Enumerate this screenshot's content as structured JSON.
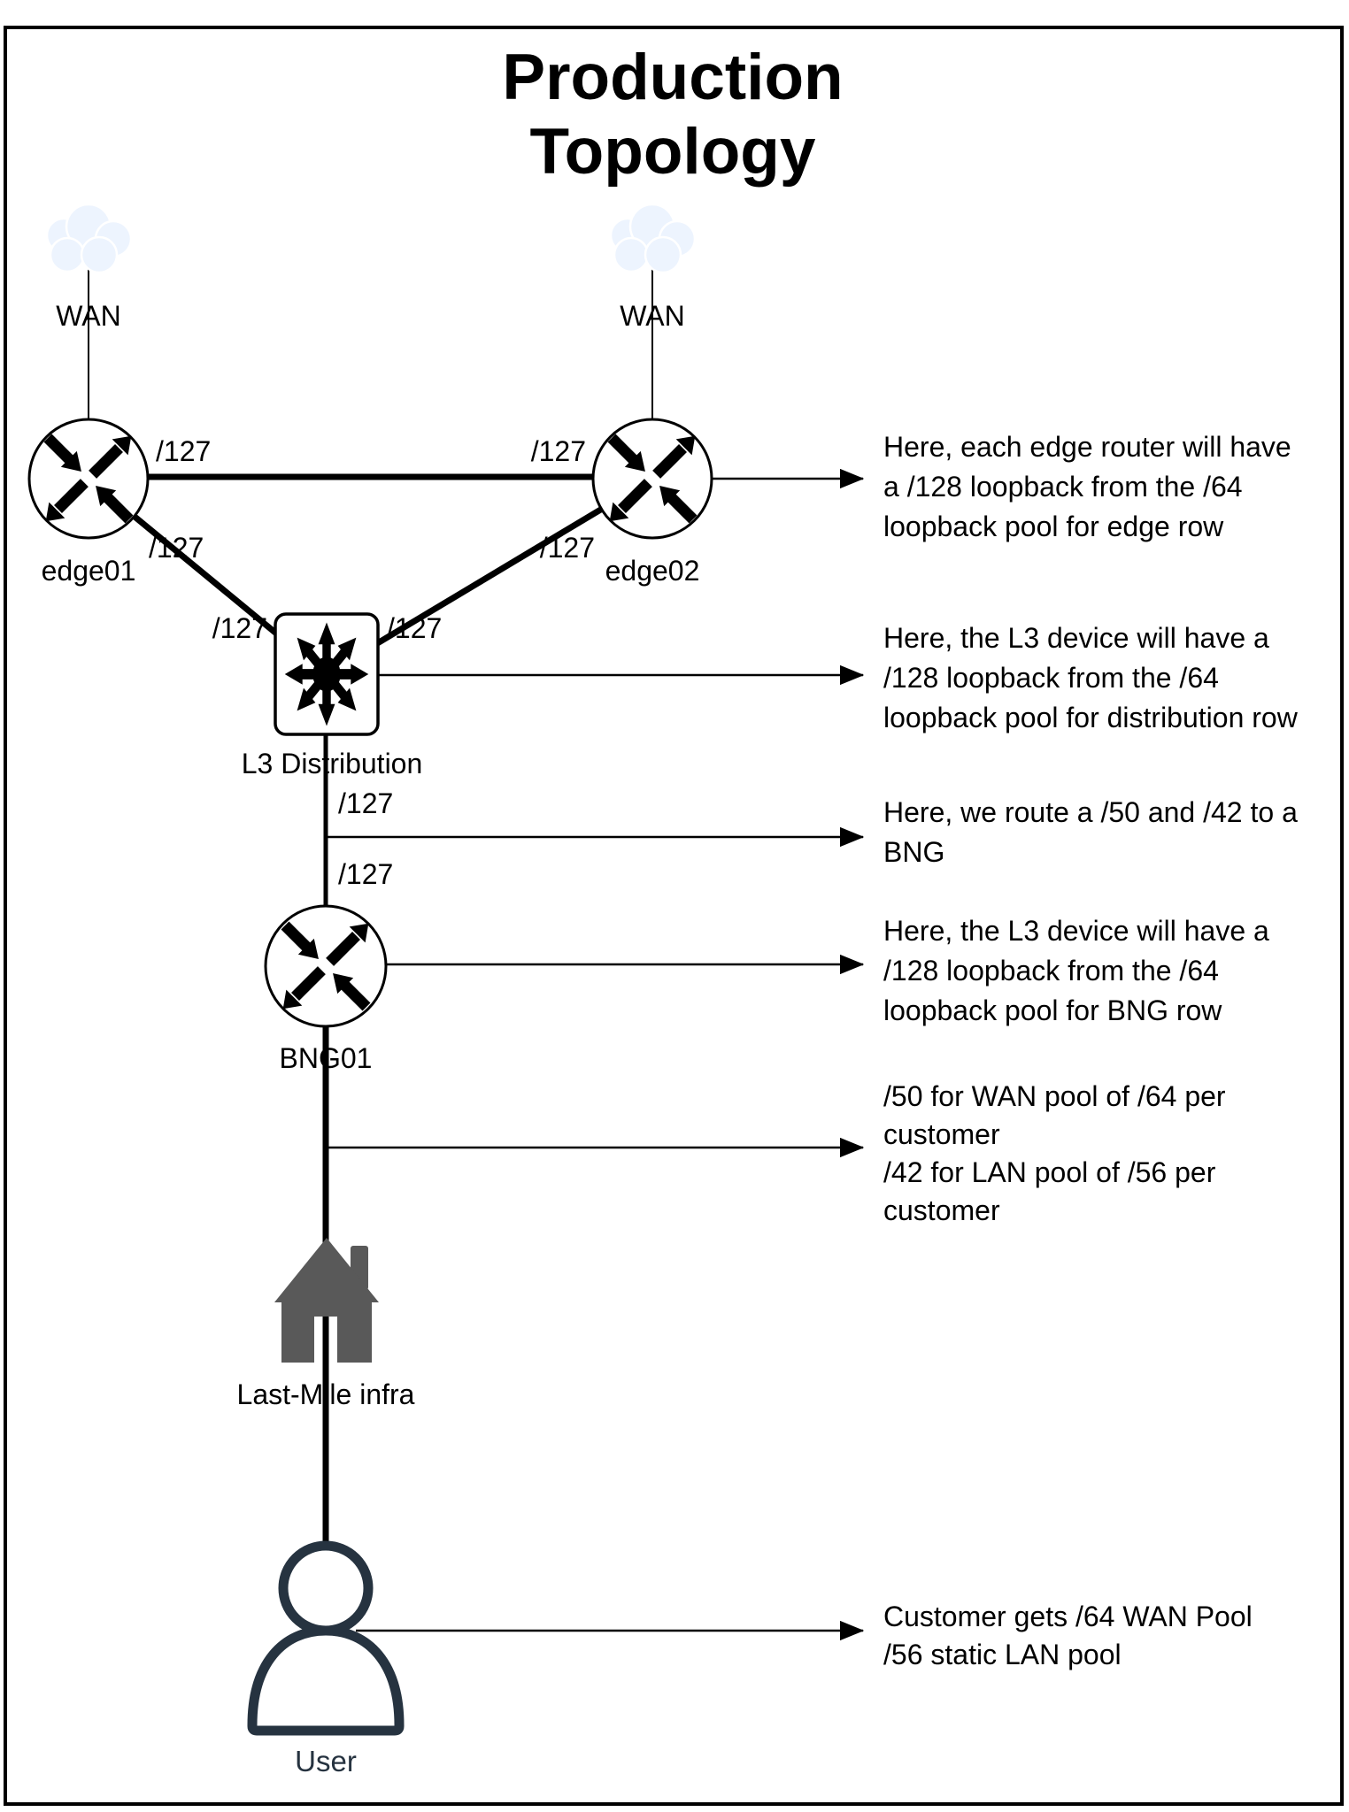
{
  "title": {
    "line1": "Production",
    "line2": "Topology"
  },
  "nodes": {
    "wan1": {
      "label": "WAN"
    },
    "wan2": {
      "label": "WAN"
    },
    "edge01": {
      "label": "edge01"
    },
    "edge02": {
      "label": "edge02"
    },
    "l3dist": {
      "label": "L3 Distribution"
    },
    "bng01": {
      "label": "BNG01"
    },
    "lastmile": {
      "label": "Last-Mile infra"
    },
    "user": {
      "label": "User"
    }
  },
  "links": {
    "slash127": "/127"
  },
  "annotations": {
    "edge_row": {
      "lines": [
        "Here, each edge router will have",
        "a /128 loopback from the /64",
        "loopback pool for edge row"
      ]
    },
    "dist_row": {
      "lines": [
        "Here, the L3 device will have a",
        "/128 loopback from the /64",
        "loopback pool for distribution row"
      ]
    },
    "bng_route": {
      "lines": [
        "Here, we route a /50 and /42 to a",
        "BNG"
      ]
    },
    "bng_row": {
      "lines": [
        "Here, the L3 device will have a",
        "/128 loopback from the /64",
        "loopback pool for BNG row"
      ]
    },
    "pools": {
      "lines": [
        "/50 for WAN pool of /64 per",
        "customer",
        "/42 for LAN pool of /56 per",
        "customer"
      ]
    },
    "customer": {
      "lines": [
        "Customer gets /64 WAN Pool",
        "/56 static LAN pool"
      ]
    }
  },
  "colors": {
    "line": "#000000",
    "cloud_top": "#EDF4FE",
    "cloud_bottom": "#A5C6F1",
    "house": "#595959",
    "user": "#263340"
  }
}
